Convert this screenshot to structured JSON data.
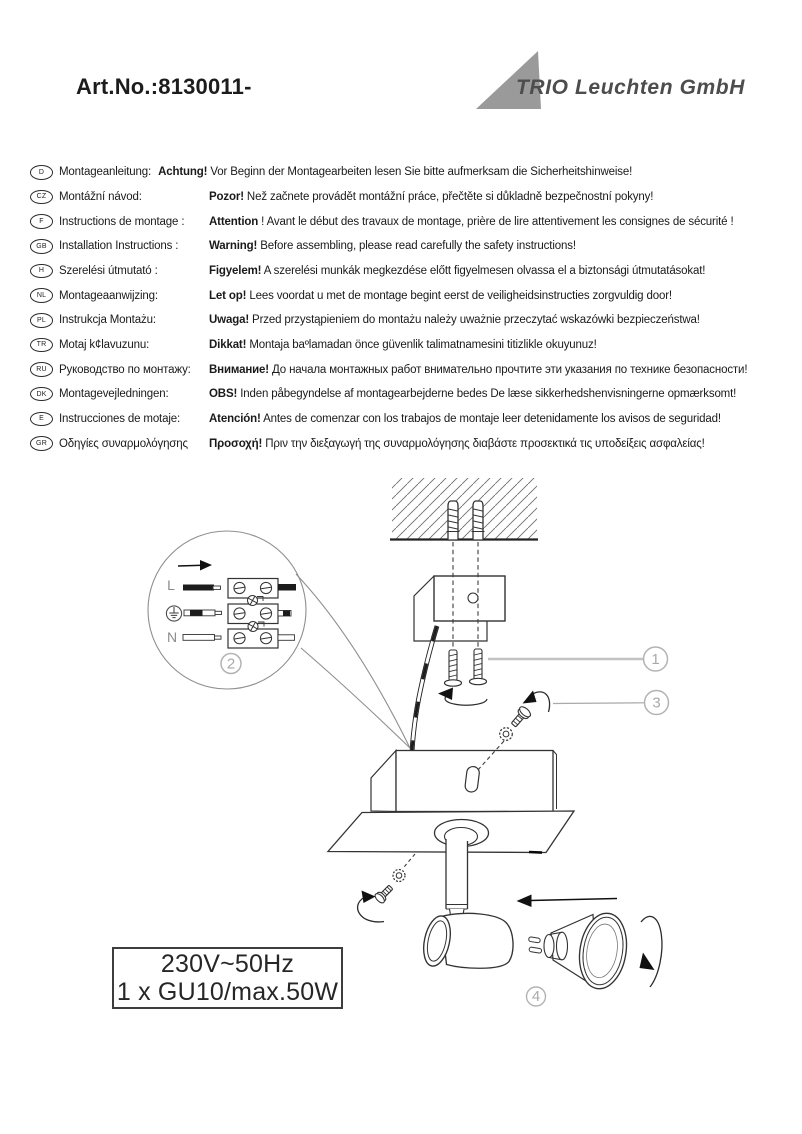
{
  "header": {
    "art_no": "Art.No.:8130011-",
    "brand": "TRIO Leuchten GmbH"
  },
  "colors": {
    "line": "#333333",
    "callout_gray": "#b3b3b3",
    "logo_gray": "#969696",
    "logo_text": "#4d4d4d"
  },
  "instructions": [
    {
      "code": "D",
      "label": "Montageanleitung:",
      "warning": "Achtung!",
      "text": " Vor Beginn der Montagearbeiten lesen Sie bitte aufmerksam die Sicherheitshinweise!"
    },
    {
      "code": "CZ",
      "label": "Montážní návod:",
      "warning": "Pozor!",
      "text": " Než začnete provádět montážní práce, přečtěte si důkladně bezpečnostní pokyny!"
    },
    {
      "code": "F",
      "label": "Instructions de montage :",
      "warning": "Attention",
      "text": " ! Avant le début des travaux de montage, prière de lire attentivement les consignes de sécurité !"
    },
    {
      "code": "GB",
      "label": "Installation Instructions :",
      "warning": "Warning!",
      "text": " Before assembling, please read carefully the safety instructions!"
    },
    {
      "code": "H",
      "label": "Szerelési útmutató :",
      "warning": "Figyelem!",
      "text": " A szerelési munkák megkezdése előtt figyelmesen olvassa el a biztonsági útmutatásokat!"
    },
    {
      "code": "NL",
      "label": "Montageaanwijzing:",
      "warning": "Let op!",
      "text": " Lees voordat u met de montage begint eerst de veiligheidsinstructies zorgvuldig door!"
    },
    {
      "code": "PL",
      "label": "Instrukcja Montażu:",
      "warning": "Uwaga!",
      "text": " Przed przystąpieniem do montażu należy uważnie przeczytać wskazówki bezpieczeństwa!"
    },
    {
      "code": "TR",
      "label": "Motaj k¢lavuzunu:",
      "warning": "Dikkat!",
      "text": " Montaja baºlamadan önce güvenlik talimatnamesini titizlikle okuyunuz!"
    },
    {
      "code": "RU",
      "label": "Руководство по монтажу:",
      "warning": "Внимание!",
      "text": " До начала монтажных работ внимательно прочтите эти указания по технике безопасности!"
    },
    {
      "code": "DK",
      "label": "Montagevejledningen:",
      "warning": "OBS!",
      "text": " Inden påbegyndelse af montagearbejderne bedes De læse sikkerhedshenvisningerne opmærksomt!"
    },
    {
      "code": "E",
      "label": "Instrucciones de motaje:",
      "warning": "Atención!",
      "text": " Antes de comenzar con los trabajos de montaje leer detenidamente los avisos de seguridad!"
    },
    {
      "code": "GR",
      "label": "Οδηγίες συναρμολόγησης",
      "warning": "Προσοχή!",
      "text": " Πριν την διεξαγωγή της συναρμολόγησης διαβάστε προσεκτικά τις υποδείξεις ασφαλείας!"
    }
  ],
  "diagram": {
    "callout_1": "1",
    "callout_2": "2",
    "callout_3": "3",
    "callout_4": "4",
    "inset": {
      "live_label": "L",
      "neutral_label": "N"
    },
    "spec": {
      "line1": "230V~50Hz",
      "line2": "1 x GU10/max.50W"
    }
  }
}
